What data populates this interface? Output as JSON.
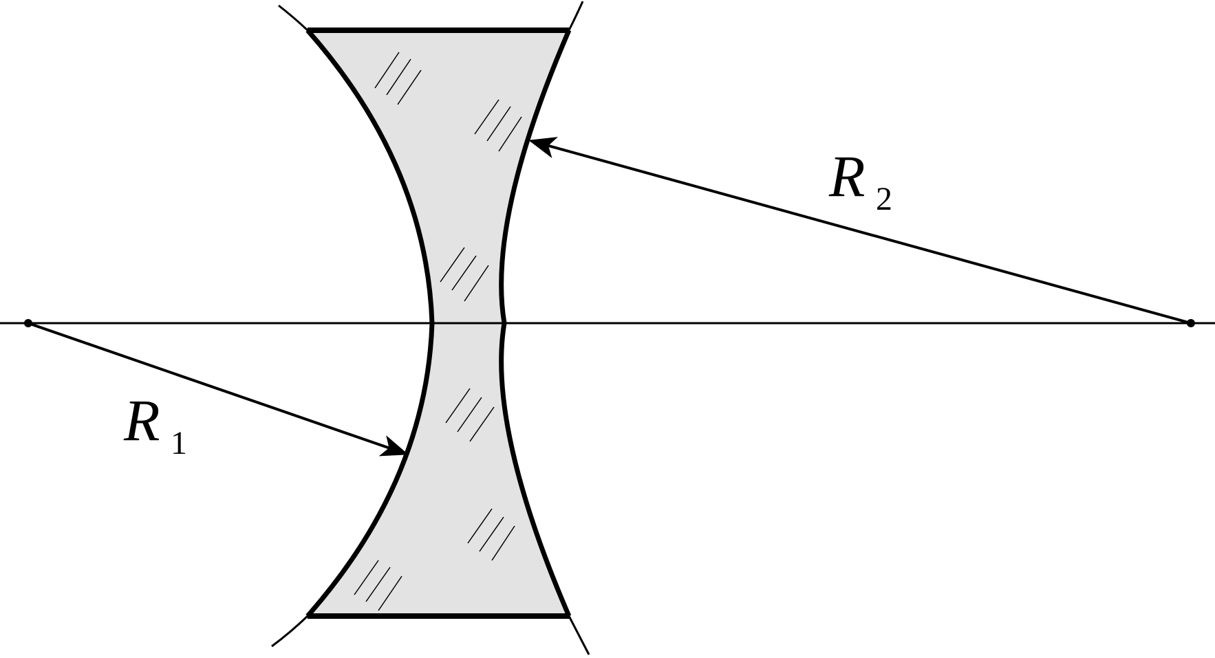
{
  "diagram": {
    "labels": {
      "r1": {
        "main": "R",
        "sub": "1"
      },
      "r2": {
        "main": "R",
        "sub": "2"
      }
    },
    "colors": {
      "lens_fill": "#e3e3e3",
      "stroke": "#000000",
      "background": "#ffffff"
    }
  }
}
